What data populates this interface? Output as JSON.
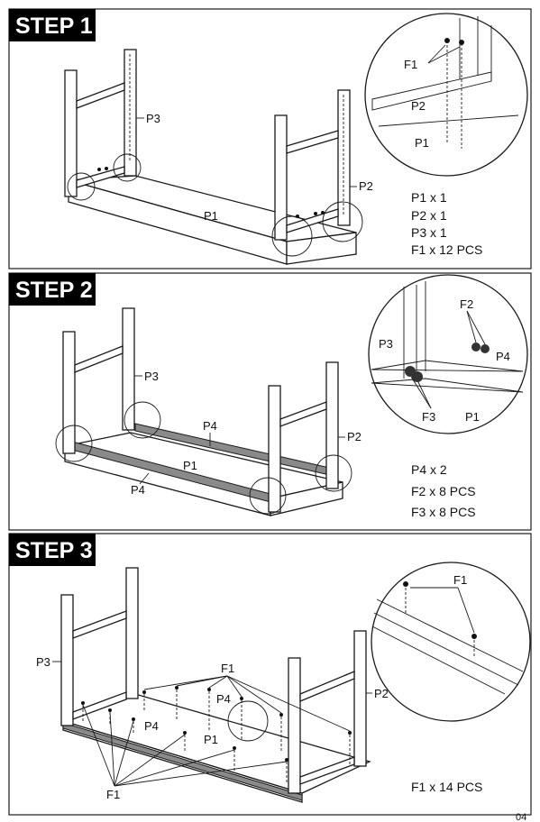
{
  "steps": [
    {
      "title": "STEP 1",
      "labels": {
        "p3": "P3",
        "p1": "P1",
        "p2": "P2"
      },
      "detail": {
        "f1": "F1",
        "p2": "P2",
        "p1": "P1"
      },
      "parts": [
        "P1 x 1",
        "P2 x 1",
        "P3 x 1",
        "F1 x 12 PCS"
      ]
    },
    {
      "title": "STEP 2",
      "labels": {
        "p3": "P3",
        "p4a": "P4",
        "p1": "P1",
        "p2": "P2",
        "p4b": "P4"
      },
      "detail": {
        "f2": "F2",
        "p3": "P3",
        "p4": "P4",
        "f3": "F3",
        "p1": "P1"
      },
      "parts": [
        "P4 x 2",
        "F2 x 8 PCS",
        "F3 x 8 PCS"
      ]
    },
    {
      "title": "STEP 3",
      "labels": {
        "p3": "P3",
        "f1top": "F1",
        "p4a": "P4",
        "p4b": "P4",
        "p1": "P1",
        "p2": "P2",
        "f1bot": "F1"
      },
      "detail": {
        "f1": "F1"
      },
      "parts": [
        "F1 x 14 PCS"
      ]
    }
  ],
  "page_number": "04"
}
